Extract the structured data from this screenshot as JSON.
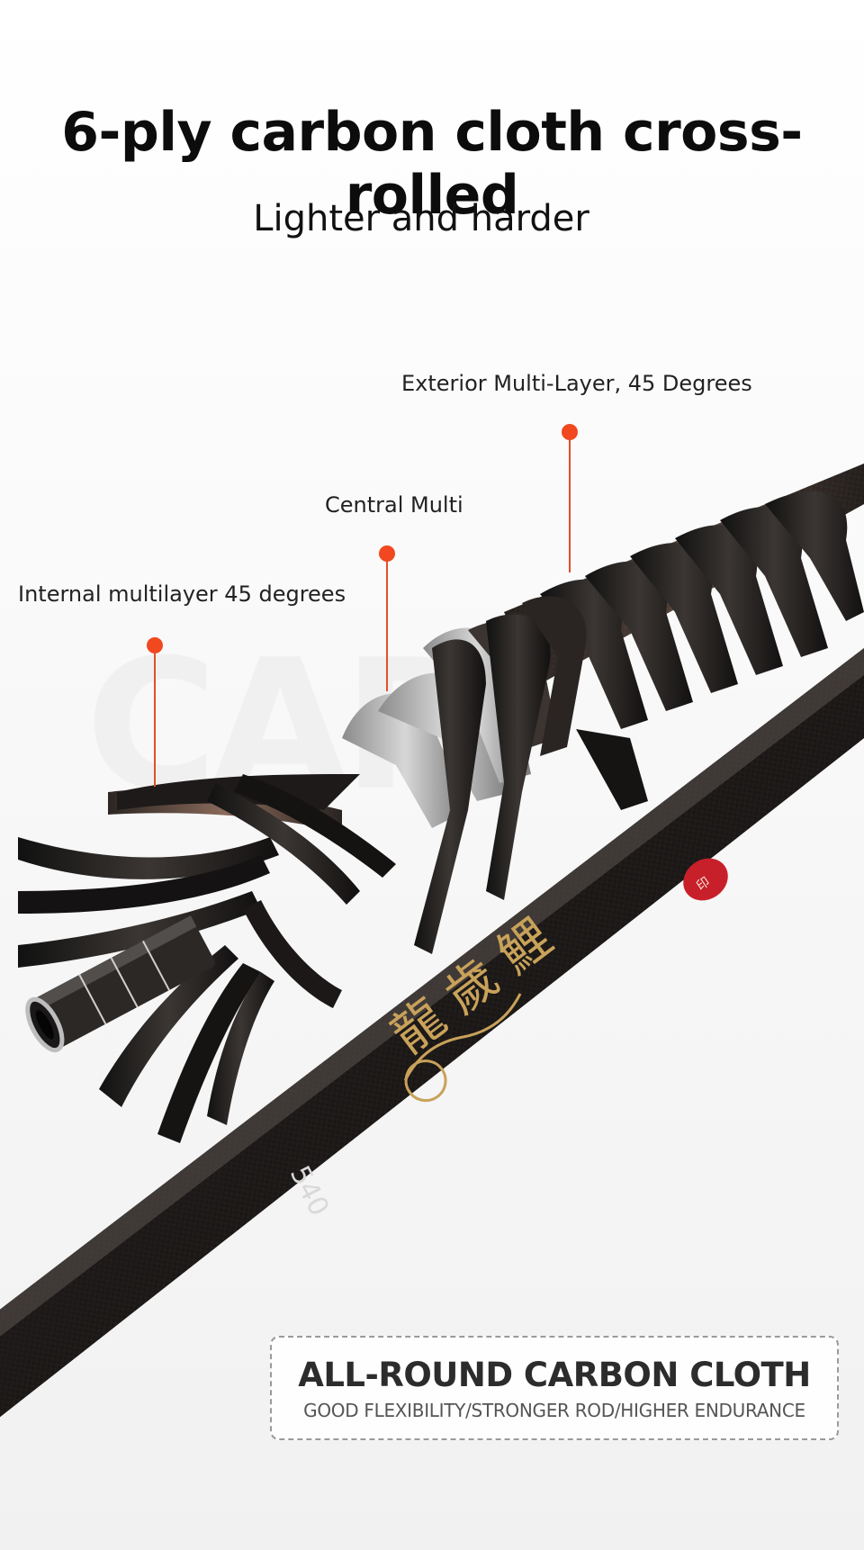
{
  "header": {
    "title": "6-ply carbon cloth cross-rolled",
    "subtitle": "Lighter and harder"
  },
  "callouts": [
    {
      "label": "Exterior Multi-Layer, 45 Degrees"
    },
    {
      "label": "Central Multi"
    },
    {
      "label": "Internal multilayer 45 degrees"
    }
  ],
  "rod": {
    "length_marking": "540"
  },
  "badge": {
    "title": "ALL-ROUND CARBON CLOTH",
    "subtitle": "GOOD FLEXIBILITY/STRONGER ROD/HIGHER ENDURANCE"
  },
  "colors": {
    "accent_dot": "#f1481f",
    "rod_dark": "#1a1716",
    "gold_text": "#c9a25a",
    "seal_red": "#c8202a"
  }
}
